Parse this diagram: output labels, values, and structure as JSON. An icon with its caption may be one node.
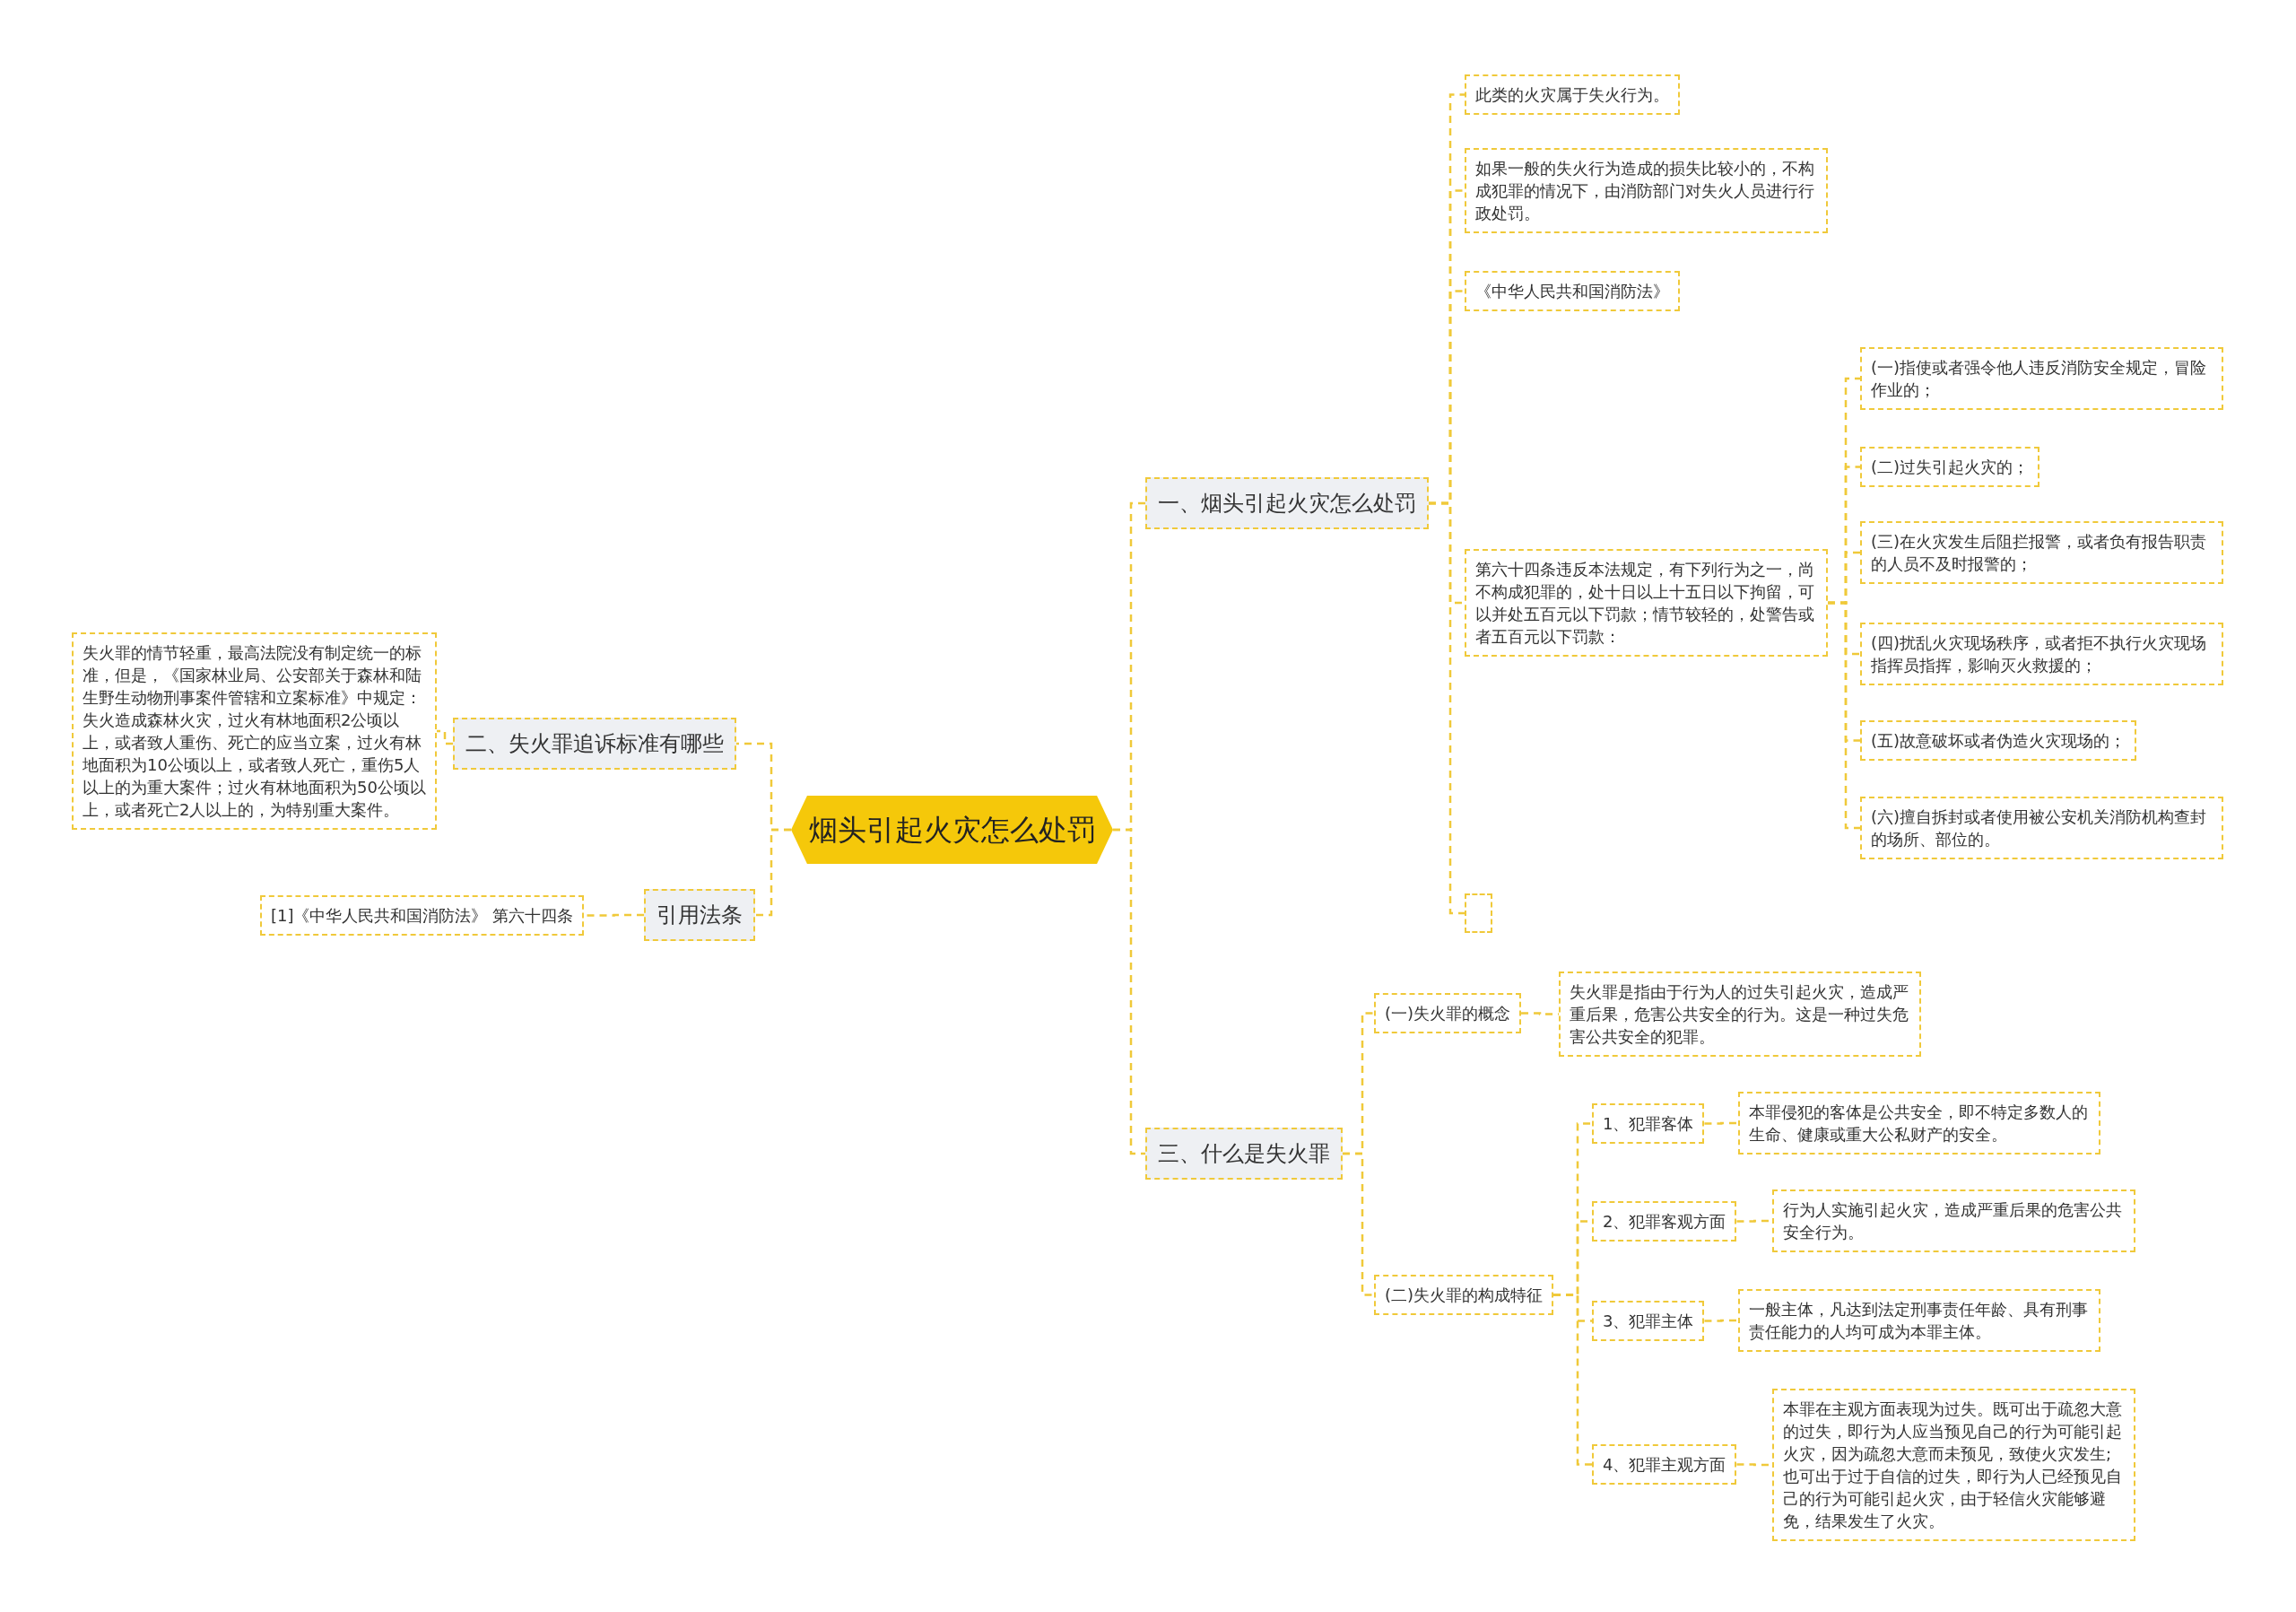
{
  "diagram": {
    "nodes": [
      {
        "text": [
          "烟头引起火灾怎么处罚"
        ]
      },
      {
        "text": [
          "一、烟头引起火灾怎么处罚"
        ]
      },
      {
        "text": [
          "此类的火灾属于失火行为。"
        ]
      },
      {
        "text": [
          "如果一般的失火行为造成的损失比较小的，不构成犯罪的情况下，由消防部门对失火人员进行行政处罚。"
        ]
      },
      {
        "text": [
          "《中华人民共和国消防法》"
        ]
      },
      {
        "text": [
          "第六十四条违反本法规定，有下列行为之一，尚不构成犯罪的，处十日以上十五日以下拘留，可以并处五百元以下罚款；情节较轻的，处警告或者五百元以下罚款："
        ]
      },
      {
        "text": [
          "(一)指使或者强令他人违反消防安全规定，冒险作业的；"
        ]
      },
      {
        "text": [
          "(二)过失引起火灾的；"
        ]
      },
      {
        "text": [
          "(三)在火灾发生后阻拦报警，或者负有报告职责的人员不及时报警的；"
        ]
      },
      {
        "text": [
          "(四)扰乱火灾现场秩序，或者拒不执行火灾现场指挥员指挥，影响灭火救援的；"
        ]
      },
      {
        "text": [
          "(五)故意破坏或者伪造火灾现场的；"
        ]
      },
      {
        "text": [
          "(六)擅自拆封或者使用被公安机关消防机构查封的场所、部位的。"
        ]
      },
      {
        "text": [],
        "shape": "box"
      },
      {
        "text": [
          "二、失火罪追诉标准有哪些"
        ]
      },
      {
        "text": [
          "失火罪的情节轻重，最高法院没有制定统一的标准，但是，《国家林业局、公安部关于森林和陆生野生动物刑事案件管辖和立案标准》中规定：失火造成森林火灾，过火有林地面积2公顷以上，或者致人重伤、死亡的应当立案，过火有林地面积为10公顷以上，或者致人死亡，重伤5人以上的为重大案件；过火有林地面积为50公顷以上，或者死亡2人以上的，为特别重大案件。"
        ]
      },
      {
        "text": [
          "引用法条"
        ]
      },
      {
        "text": [
          "[1]《中华人民共和国消防法》 第六十四条"
        ]
      },
      {
        "text": [
          "三、什么是失火罪"
        ]
      },
      {
        "text": [
          "(一)失火罪的概念"
        ]
      },
      {
        "text": [
          "失火罪是指由于行为人的过失引起火灾，造成严重后果，危害公共安全的行为。这是一种过失危害公共安全的犯罪。"
        ]
      },
      {
        "text": [
          "(二)失火罪的构成特征"
        ]
      },
      {
        "text": [
          "1、犯罪客体"
        ]
      },
      {
        "text": [
          "本罪侵犯的客体是公共安全，即不特定多数人的生命、健康或重大公私财产的安全。"
        ]
      },
      {
        "text": [
          "2、犯罪客观方面"
        ]
      },
      {
        "text": [
          "行为人实施引起火灾，造成严重后果的危害公共安全行为。"
        ]
      },
      {
        "text": [
          "3、犯罪主体"
        ]
      },
      {
        "text": [
          "一般主体，凡达到法定刑事责任年龄、具有刑事责任能力的人均可成为本罪主体。"
        ]
      },
      {
        "text": [
          "4、犯罪主观方面"
        ]
      },
      {
        "text": [
          "本罪在主观方面表现为过失。既可出于疏忽大意的过失，即行为人应当预见自己的行为可能引起火灾，因为疏忽大意而未预见，致使火灾发生;也可出于过于自信的过失，即行为人已经预见自己的行为可能引起火灾，由于轻信火灾能够避免，结果发生了火灾。"
        ]
      }
    ],
    "edges": [
      {
        "from": 0,
        "to": 1,
        "arrow": "none"
      },
      {
        "from": 1,
        "to": 2,
        "arrow": "none"
      },
      {
        "from": 1,
        "to": 3,
        "arrow": "none"
      },
      {
        "from": 1,
        "to": 4,
        "arrow": "none"
      },
      {
        "from": 1,
        "to": 5,
        "arrow": "none"
      },
      {
        "from": 5,
        "to": 6,
        "arrow": "none"
      },
      {
        "from": 5,
        "to": 7,
        "arrow": "none"
      },
      {
        "from": 5,
        "to": 8,
        "arrow": "none"
      },
      {
        "from": 5,
        "to": 9,
        "arrow": "none"
      },
      {
        "from": 5,
        "to": 10,
        "arrow": "none"
      },
      {
        "from": 5,
        "to": 11,
        "arrow": "none"
      },
      {
        "from": 1,
        "to": 12,
        "arrow": "none"
      },
      {
        "from": 0,
        "to": 13,
        "arrow": "none"
      },
      {
        "from": 13,
        "to": 14,
        "arrow": "none"
      },
      {
        "from": 0,
        "to": 15,
        "arrow": "none"
      },
      {
        "from": 15,
        "to": 16,
        "arrow": "none"
      },
      {
        "from": 0,
        "to": 17,
        "arrow": "none"
      },
      {
        "from": 17,
        "to": 18,
        "arrow": "none"
      },
      {
        "from": 18,
        "to": 19,
        "arrow": "none"
      },
      {
        "from": 17,
        "to": 20,
        "arrow": "none"
      },
      {
        "from": 20,
        "to": 21,
        "arrow": "none"
      },
      {
        "from": 21,
        "to": 22,
        "arrow": "none"
      },
      {
        "from": 20,
        "to": 23,
        "arrow": "none"
      },
      {
        "from": 23,
        "to": 24,
        "arrow": "none"
      },
      {
        "from": 20,
        "to": 25,
        "arrow": "none"
      },
      {
        "from": 25,
        "to": 26,
        "arrow": "none"
      },
      {
        "from": 20,
        "to": 27,
        "arrow": "none"
      },
      {
        "from": 27,
        "to": 28,
        "arrow": "none"
      }
    ]
  }
}
